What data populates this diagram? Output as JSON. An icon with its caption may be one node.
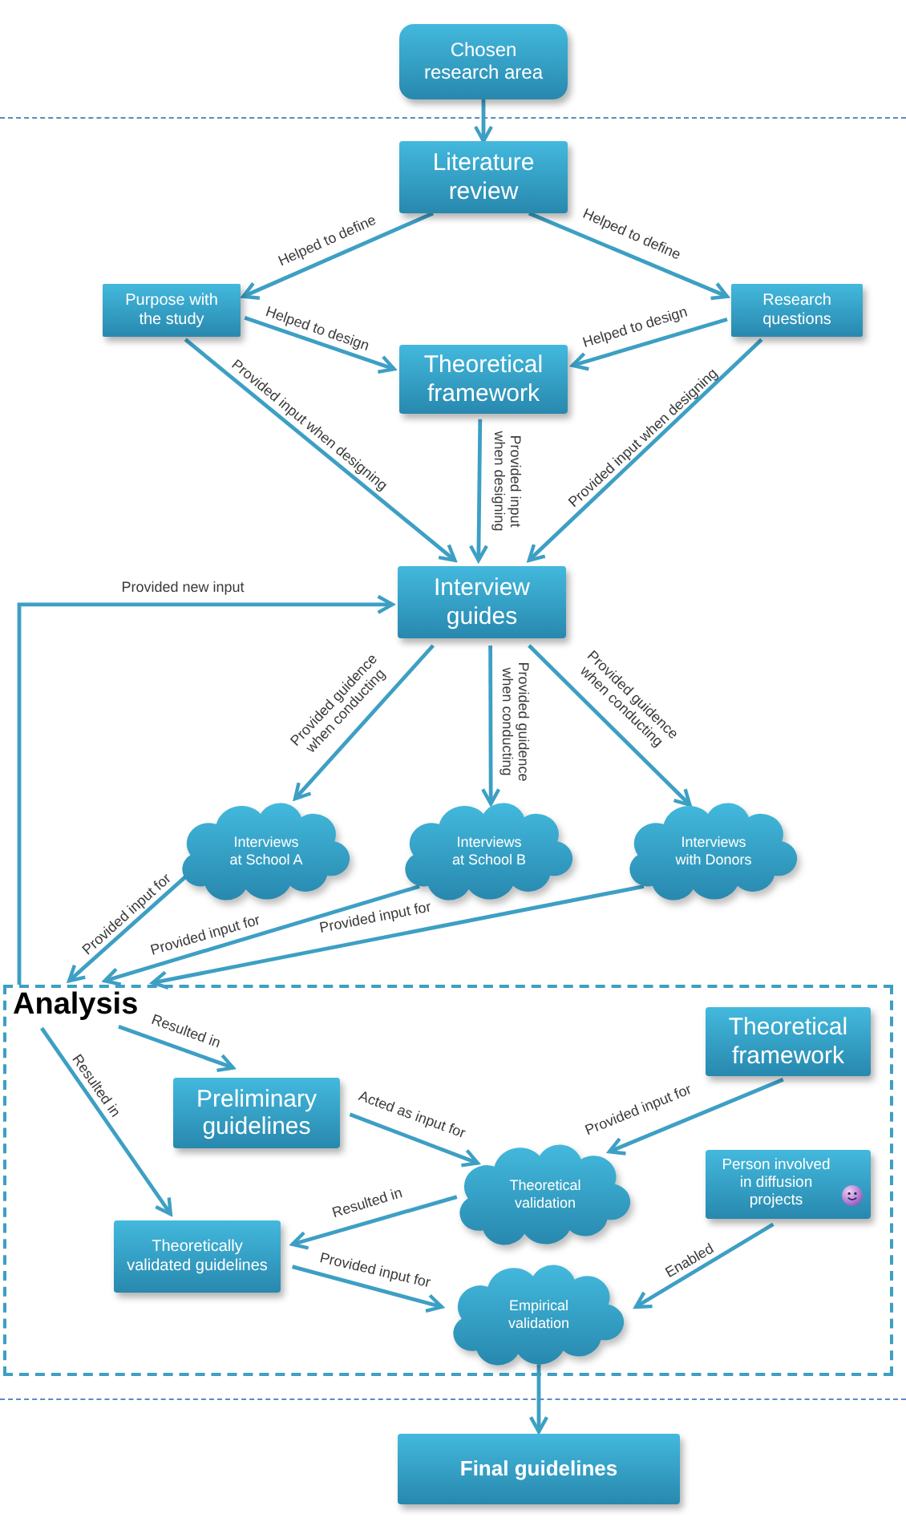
{
  "diagram": {
    "nodes": [
      {
        "text": [
          "Chosen research area"
        ]
      },
      {
        "text": [
          "Literature review"
        ]
      },
      {
        "text": [
          "Purpose with the study"
        ]
      },
      {
        "text": [
          "Research questions"
        ]
      },
      {
        "text": [
          "Theoretical framework"
        ]
      },
      {
        "text": [
          "Interview guides"
        ]
      },
      {
        "text": [
          "Interviews at School A"
        ]
      },
      {
        "text": [
          "Interviews at School B"
        ]
      },
      {
        "text": [
          "Interviews with Donors"
        ]
      },
      {
        "text": [
          "Analysis"
        ]
      },
      {
        "text": [
          "Preliminary guidelines"
        ],
        "in": 9
      },
      {
        "text": [
          "Theoretical framework"
        ],
        "in": 9
      },
      {
        "text": [
          "Theoretical validation"
        ],
        "in": 9
      },
      {
        "text": [
          "Person involved in diffusion projects"
        ],
        "in": 9
      },
      {
        "text": [
          "Theoretically validated guidelines"
        ],
        "in": 9
      },
      {
        "text": [
          "Empirical validation"
        ],
        "in": 9
      },
      {
        "text": [
          "Final guidelines"
        ]
      }
    ],
    "edges": [
      {
        "from": 0,
        "to": 1,
        "arrow": "to"
      },
      {
        "from": 1,
        "to": 2,
        "arrow": "to",
        "label": "Helped to define"
      },
      {
        "from": 1,
        "to": 3,
        "arrow": "to",
        "label": "Helped to define"
      },
      {
        "from": 2,
        "to": 4,
        "arrow": "to",
        "label": "Helped to design"
      },
      {
        "from": 3,
        "to": 4,
        "arrow": "to",
        "label": "Helped to design"
      },
      {
        "from": 2,
        "to": 5,
        "arrow": "to",
        "label": "Provided input when designing"
      },
      {
        "from": 4,
        "to": 5,
        "arrow": "to",
        "label": "Provided input when designing"
      },
      {
        "from": 3,
        "to": 5,
        "arrow": "to",
        "label": "Provided input when designing"
      },
      {
        "from": 9,
        "to": 5,
        "arrow": "to",
        "label": "Provided new input"
      },
      {
        "from": 5,
        "to": 6,
        "arrow": "to",
        "label": "Provided guidence when conducting"
      },
      {
        "from": 5,
        "to": 7,
        "arrow": "to",
        "label": "Provided guidence when conducting"
      },
      {
        "from": 5,
        "to": 8,
        "arrow": "to",
        "label": "Provided guidence when conducting"
      },
      {
        "from": 6,
        "to": 9,
        "arrow": "to",
        "label": "Provided input for"
      },
      {
        "from": 7,
        "to": 9,
        "arrow": "to",
        "label": "Provided input for"
      },
      {
        "from": 8,
        "to": 9,
        "arrow": "to",
        "label": "Provided input for"
      },
      {
        "from": 9,
        "to": 10,
        "arrow": "to",
        "label": "Resulted in"
      },
      {
        "from": 9,
        "to": 14,
        "arrow": "to",
        "label": "Resulted in"
      },
      {
        "from": 10,
        "to": 12,
        "arrow": "to",
        "label": "Acted as input for"
      },
      {
        "from": 11,
        "to": 12,
        "arrow": "to",
        "label": "Provided input for"
      },
      {
        "from": 12,
        "to": 14,
        "arrow": "to",
        "label": "Resulted in"
      },
      {
        "from": 14,
        "to": 15,
        "arrow": "to",
        "label": "Provided input for"
      },
      {
        "from": 13,
        "to": 15,
        "arrow": "to",
        "label": "Enabled"
      },
      {
        "from": 15,
        "to": 16,
        "arrow": "to"
      }
    ]
  }
}
